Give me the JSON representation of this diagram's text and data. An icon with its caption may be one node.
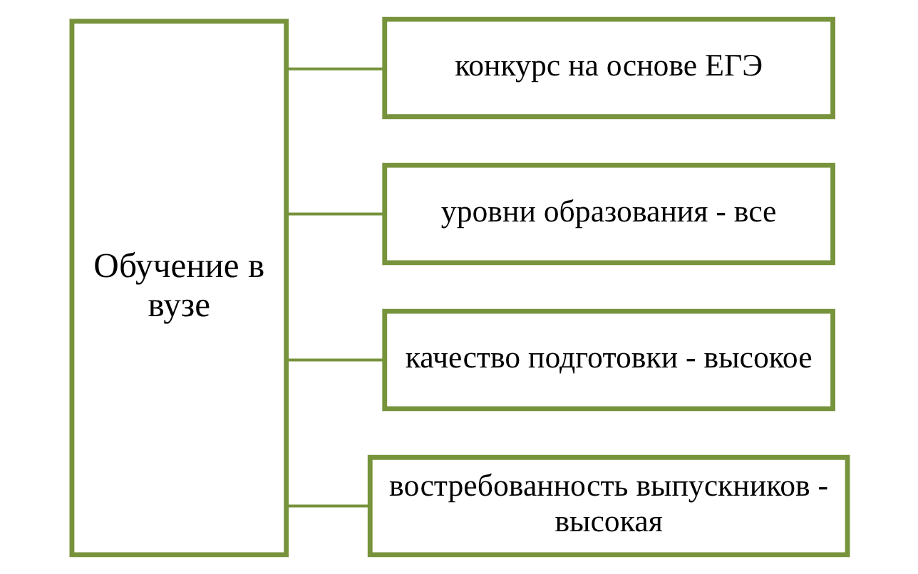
{
  "diagram": {
    "nodes": [
      {
        "text": [
          "Обучение в вузе"
        ]
      },
      {
        "text": [
          "конкурс на основе ЕГЭ"
        ]
      },
      {
        "text": [
          "уровни образования - все"
        ]
      },
      {
        "text": [
          "качество подготовки - высокое"
        ]
      },
      {
        "text": [
          "востребованность выпускников - высокая"
        ]
      }
    ],
    "edges": [
      {
        "from": 0,
        "to": 1,
        "arrow": "none"
      },
      {
        "from": 0,
        "to": 2,
        "arrow": "none"
      },
      {
        "from": 0,
        "to": 3,
        "arrow": "none"
      },
      {
        "from": 0,
        "to": 4,
        "arrow": "none"
      }
    ]
  }
}
